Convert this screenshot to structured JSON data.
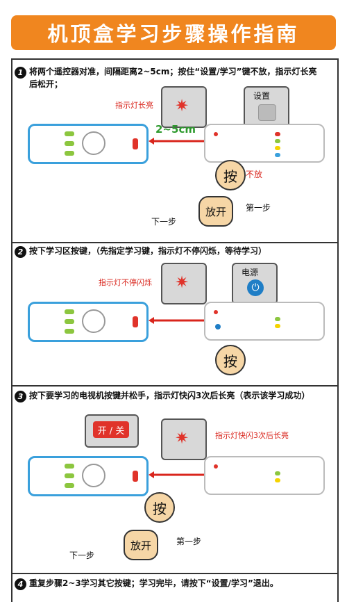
{
  "title": "机顶盒学习步骤操作指南",
  "steps": [
    {
      "num": "1",
      "text": "将两个遥控器对准，间隔距离2~5cm；按住“设置/学习”键不放，指示灯长亮后松开；"
    },
    {
      "num": "2",
      "text": "按下学习区按键，（先指定学习键，指示灯不停闪烁，等待学习）"
    },
    {
      "num": "3",
      "text": "按下要学习的电视机按键并松手，指示灯快闪3次后长亮（表示该学习成功）"
    },
    {
      "num": "4",
      "text": "重复步骤2~3学习其它按键；学习完毕，请按下“设置/学习”退出。"
    }
  ],
  "labels": {
    "light_on": "指示灯长亮",
    "distance": "2~5cm",
    "setup_key": "设置",
    "press": "按",
    "hold": "不放",
    "release": "放开",
    "step_one": "第一步",
    "next_step": "下一步",
    "light_blink": "指示灯不停闪烁",
    "power_key": "电源",
    "onoff_key": "开 / 关",
    "light_flash3": "指示灯快闪3次后长亮"
  },
  "colors": {
    "banner": "#f0861f",
    "accent_red": "#d9251c",
    "remote_blue": "#3aa0dc",
    "green_text": "#2e9a2e"
  }
}
